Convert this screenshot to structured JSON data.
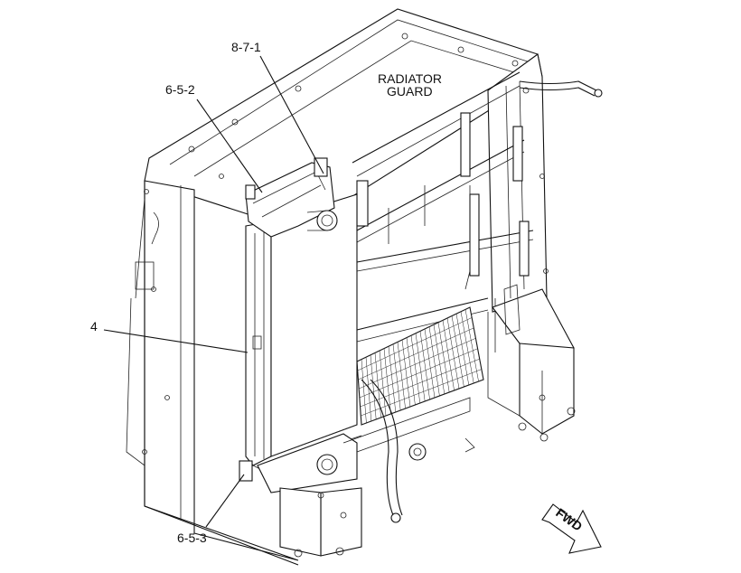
{
  "labels": {
    "radiator_guard_line1": "RADIATOR",
    "radiator_guard_line2": "GUARD",
    "callout_871": "8-7-1",
    "callout_652": "6-5-2",
    "callout_4": "4",
    "callout_653": "6-5-3",
    "fwd": "FWD"
  }
}
